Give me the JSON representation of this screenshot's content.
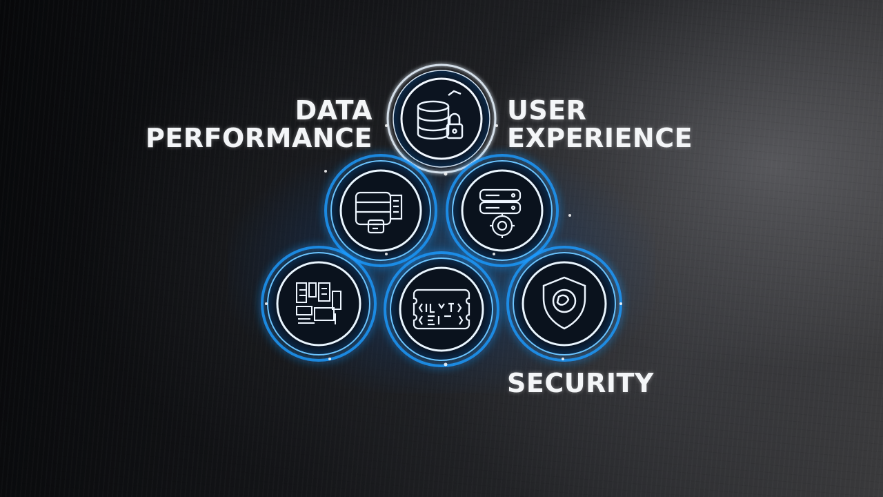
{
  "labels": {
    "data_performance": [
      "DATA",
      "PERFORMANCE"
    ],
    "user_experience": [
      "USER",
      "EXPERIENCE"
    ],
    "security": "SECURITY"
  },
  "colors": {
    "glow": "#1e9bff",
    "ring_white": "#e8f4ff",
    "icon_stroke": "#eef6ff",
    "text": "#f4f6f8"
  },
  "nodes": [
    {
      "id": "top",
      "icon": "database-lock-icon",
      "style": "white"
    },
    {
      "id": "mid-left",
      "icon": "database-document-icon",
      "style": "blue"
    },
    {
      "id": "mid-right",
      "icon": "server-gear-icon",
      "style": "blue"
    },
    {
      "id": "bottom-left",
      "icon": "circuit-board-icon",
      "style": "blue"
    },
    {
      "id": "bottom-center",
      "icon": "code-block-icon",
      "style": "blue"
    },
    {
      "id": "bottom-right",
      "icon": "shield-icon",
      "style": "blue"
    }
  ]
}
